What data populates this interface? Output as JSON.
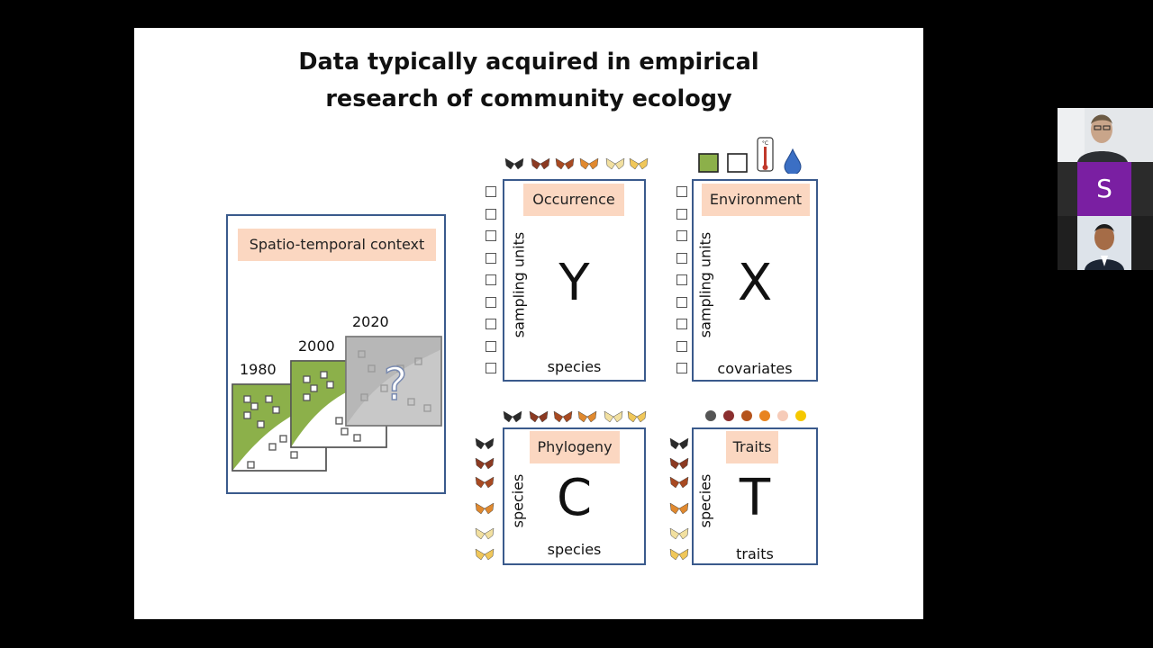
{
  "slide": {
    "title_line1": "Data typically acquired in empirical",
    "title_line2": "research of community ecology",
    "context": {
      "label": "Spatio-temporal context",
      "years": [
        "1980",
        "2000",
        "2020"
      ],
      "unknown_mark": "?"
    },
    "occurrence": {
      "label": "Occurrence",
      "letter": "Y",
      "row_axis": "sampling units",
      "col_axis": "species"
    },
    "environment": {
      "label": "Environment",
      "letter": "X",
      "row_axis": "sampling units",
      "col_axis": "covariates",
      "unit_symbol": "°C"
    },
    "phylogeny": {
      "label": "Phylogeny",
      "letter": "C",
      "row_axis": "species",
      "col_axis": "species"
    },
    "traits": {
      "label": "Traits",
      "letter": "T",
      "row_axis": "species",
      "col_axis": "traits"
    }
  },
  "species_colors": [
    "#2b2b2b",
    "#8b3a22",
    "#a84a22",
    "#e0892f",
    "#f2e0a0",
    "#f0c75a"
  ],
  "trait_colors": [
    "#555555",
    "#8b2f2f",
    "#b5541c",
    "#e8841f",
    "#f6cbb8",
    "#f5c800"
  ],
  "participants": {
    "initial": "S",
    "tile_color": "#7a1fa2"
  }
}
